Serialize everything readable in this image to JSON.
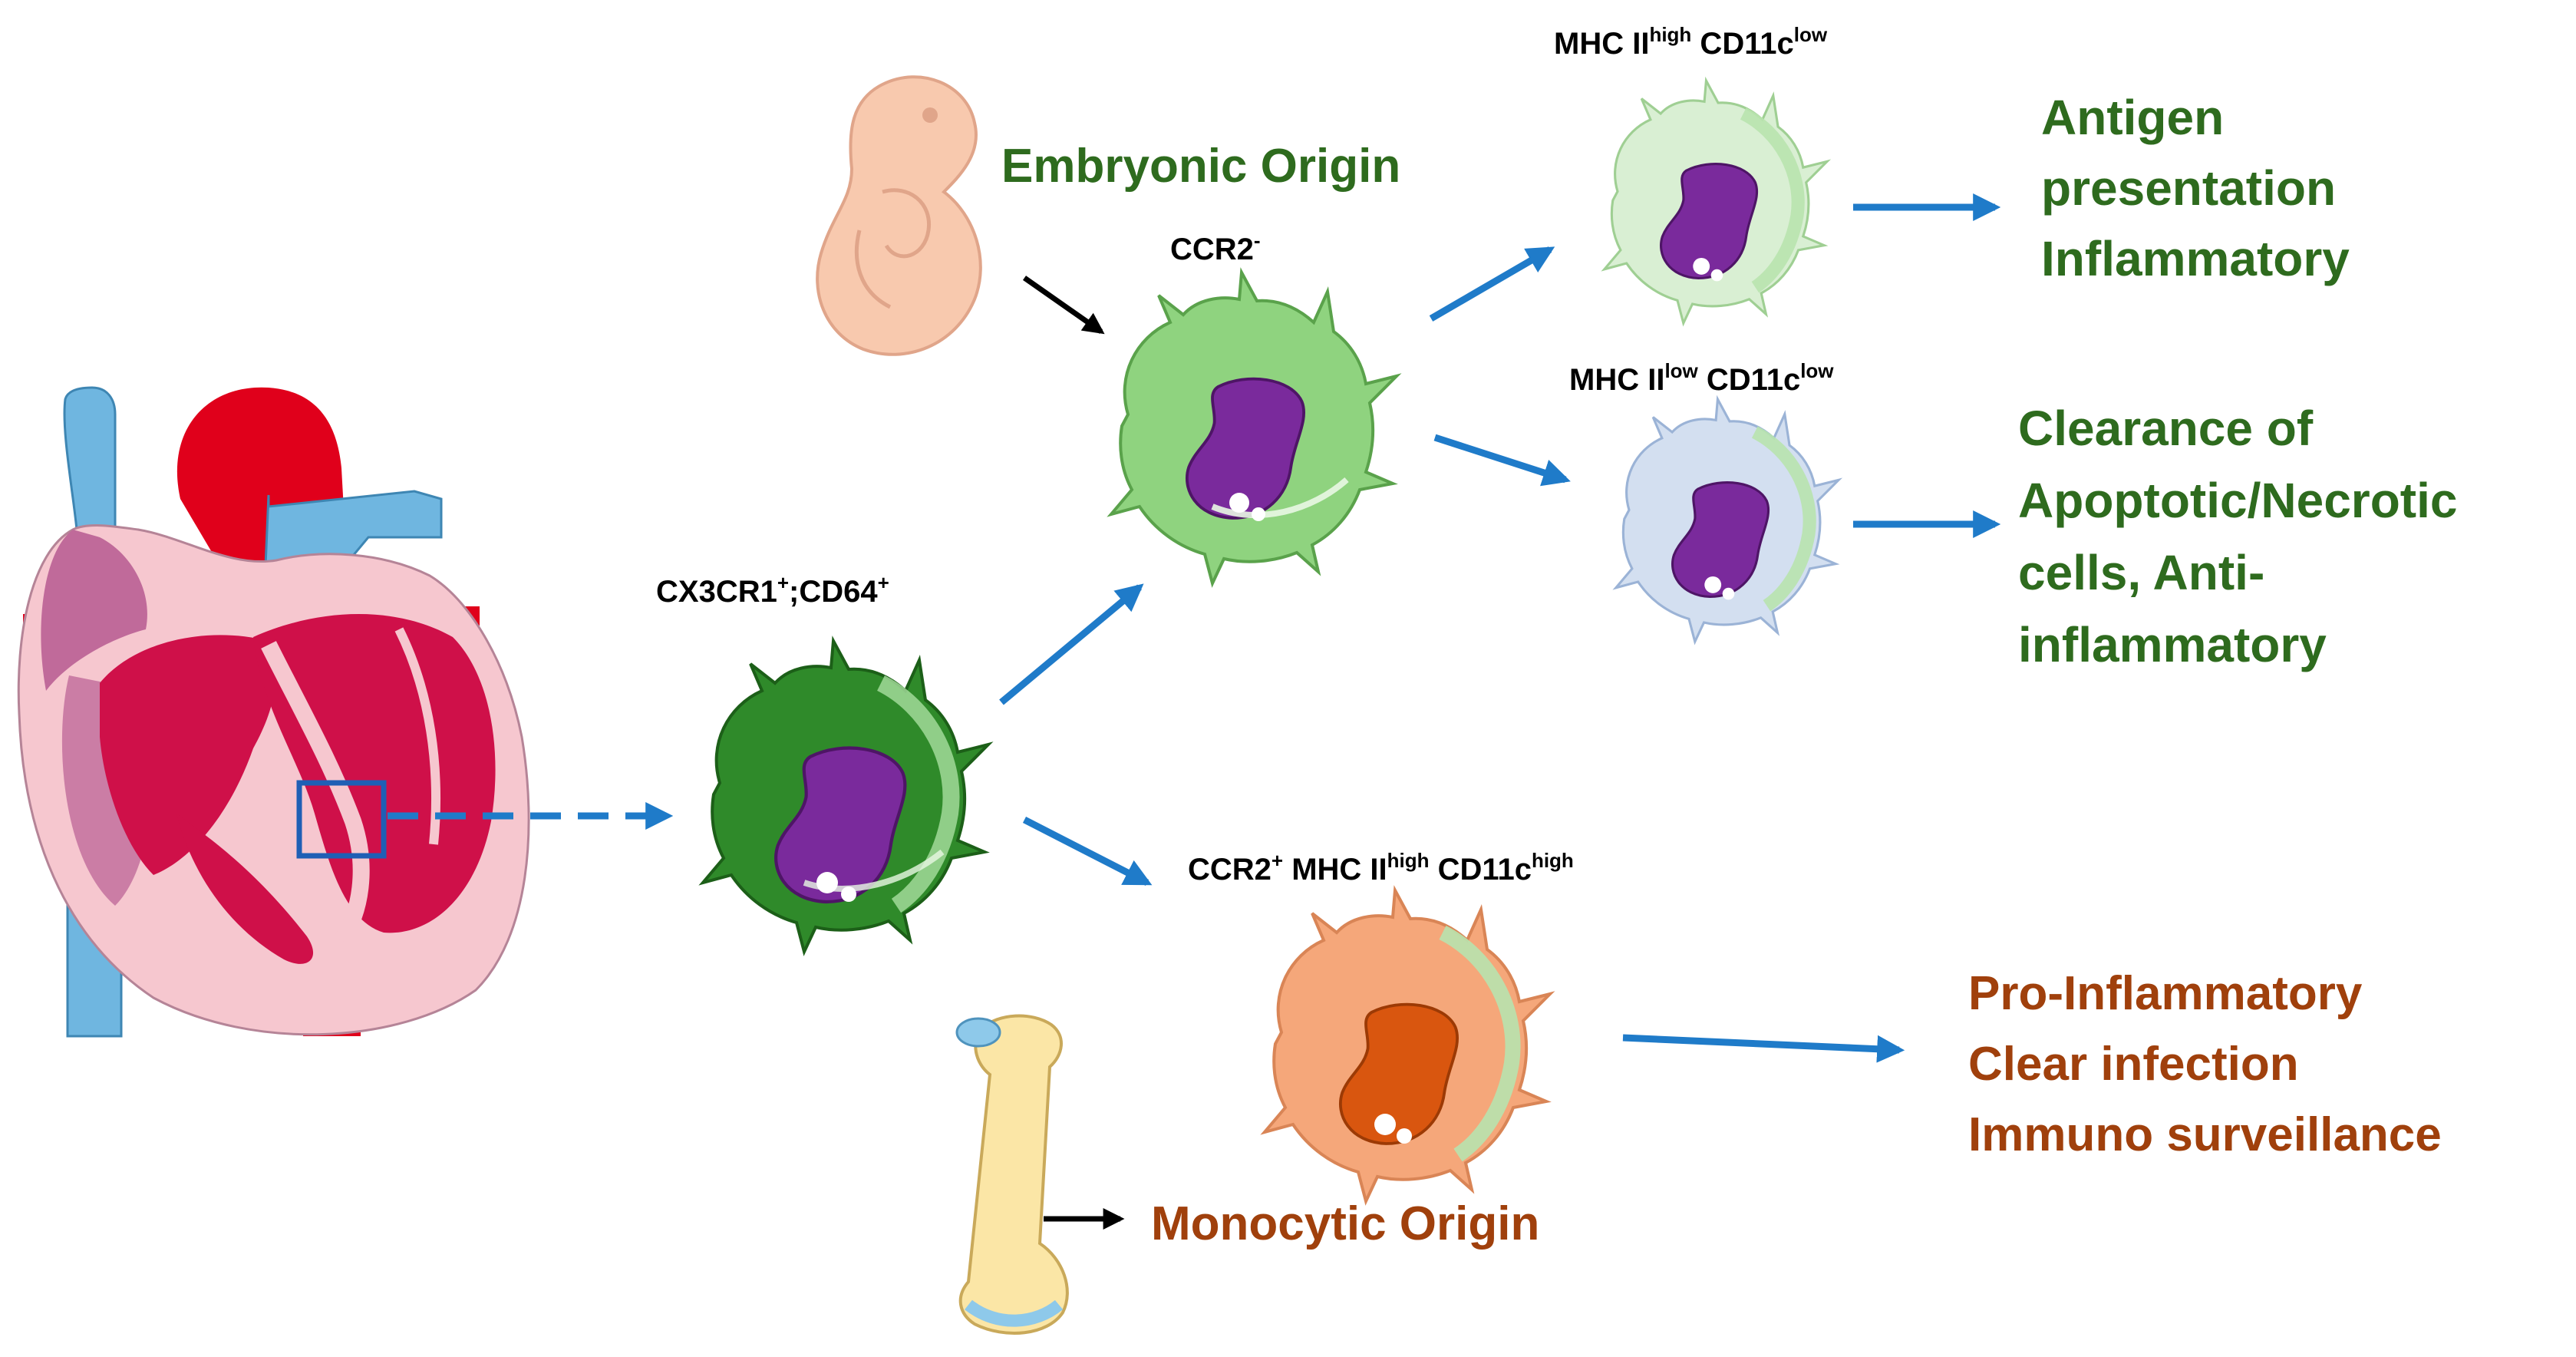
{
  "colors": {
    "arrow_blue": "#1f7bc9",
    "arrow_black": "#000000",
    "embryonic_green": "#2e6b1e",
    "monocytic_brown": "#a0400c",
    "nucleus_purple": "#7a2a9c",
    "nucleus_orange": "#d9560f",
    "cell_dark_green": "#2f8a2a",
    "cell_light_green": "#8fd37f",
    "cell_pale_green": "#d9efd3",
    "cell_pale_blue": "#d3dff0",
    "cell_orange": "#f5a77a",
    "heart_red": "#e0001b",
    "heart_blue": "#6fb6e0",
    "heart_pink": "#f6c7cf",
    "heart_purple": "#c06a9a",
    "magnifier_box": "#1f5fb5",
    "embryo_skin": "#f8c9ae",
    "bone_yellow": "#fbe6a6",
    "bone_blue": "#8ec9ea"
  },
  "icons": {
    "heart": "heart-cross-section-icon",
    "embryo": "embryo-icon",
    "bone": "bone-icon",
    "macrophage": "macrophage-cell-icon"
  },
  "labels": {
    "cx3cr1": {
      "base": "CX3CR1",
      "sup1": "+",
      "mid": ";CD64",
      "sup2": "+"
    },
    "ccr2_neg": {
      "base": "CCR2",
      "sup": "-"
    },
    "mhc_high": {
      "a": "MHC II",
      "a_sup": "high",
      "b": " CD11c",
      "b_sup": "low"
    },
    "mhc_low": {
      "a": "MHC II",
      "a_sup": "low",
      "b": " CD11c",
      "b_sup": "low"
    },
    "ccr2_pos": {
      "a": "CCR2",
      "a_sup": "+",
      "b": " MHC II",
      "b_sup": "high",
      "c": " CD11c",
      "c_sup": "high"
    }
  },
  "origins": {
    "embryonic": "Embryonic Origin",
    "monocytic": "Monocytic Origin"
  },
  "functions": {
    "antigen": [
      "Antigen",
      "presentation",
      "Inflammatory"
    ],
    "clearance": [
      "Clearance of",
      "Apoptotic/Necrotic",
      "cells, Anti-",
      "inflammatory"
    ],
    "pro_inflammatory": [
      "Pro-Inflammatory",
      "Clear infection",
      "Immuno surveillance"
    ]
  }
}
